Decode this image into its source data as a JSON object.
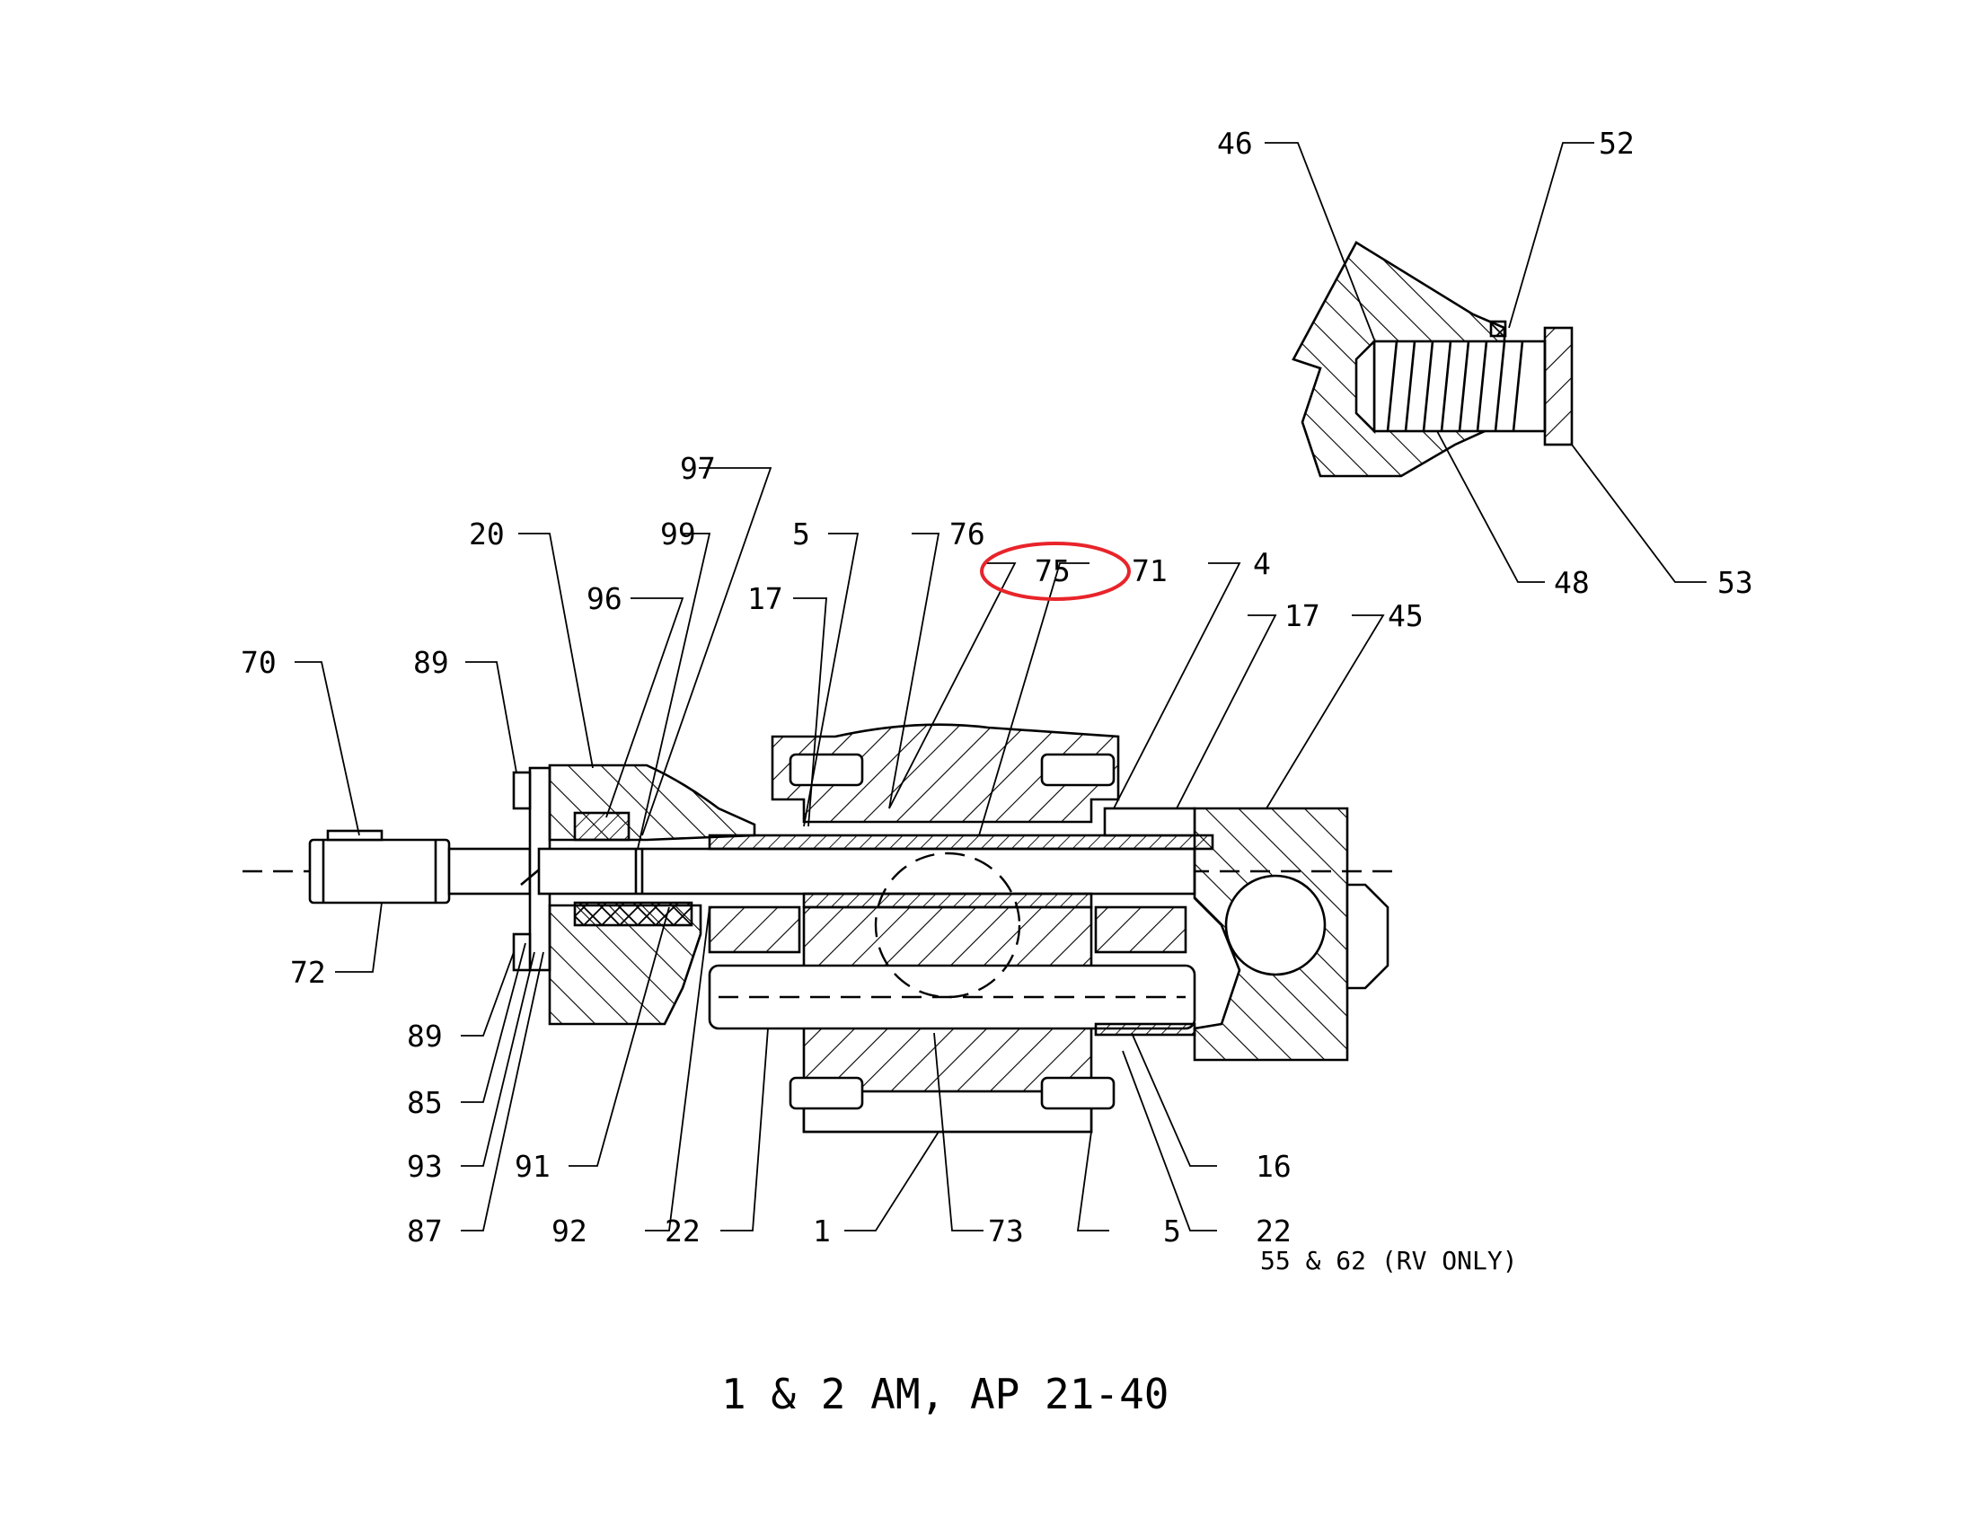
{
  "title": "1 & 2 AM, AP 21-40",
  "note": "55 & 62 (RV ONLY)",
  "highlight_color": "#e8242a",
  "callouts": {
    "c70": "70",
    "c72": "72",
    "c89a": "89",
    "c89b": "89",
    "c85": "85",
    "c93": "93",
    "c87": "87",
    "c20": "20",
    "c96": "96",
    "c99": "99",
    "c97": "97",
    "c91": "91",
    "c92": "92",
    "c22a": "22",
    "c17a": "17",
    "c5a": "5",
    "c76": "76",
    "c75": "75",
    "c71": "71",
    "c1": "1",
    "c73": "73",
    "c5b": "5",
    "c4": "4",
    "c17b": "17",
    "c45": "45",
    "c16": "16",
    "c22b": "22",
    "c46": "46",
    "c52": "52",
    "c48": "48",
    "c53": "53"
  }
}
